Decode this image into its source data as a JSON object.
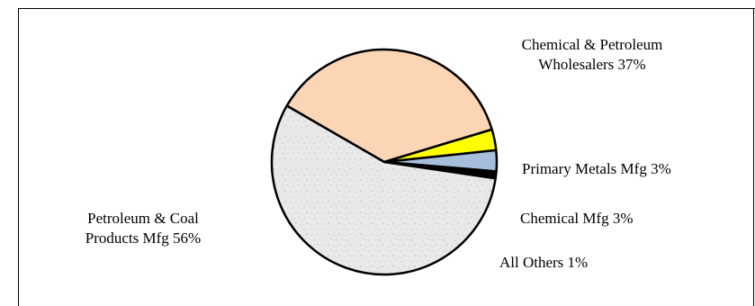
{
  "chart_data": {
    "type": "pie",
    "slices": [
      {
        "label": "Chemical  & Petroleum Wholesalers",
        "label_lines": [
          "Chemical  & Petroleum",
          "Wholesalers  37%"
        ],
        "value": 37,
        "color": "#fcd5b5",
        "pattern": "solid"
      },
      {
        "label": "Primary Metals Mfg",
        "label_lines": [
          "Primary Metals Mfg  3%"
        ],
        "value": 3,
        "color": "#ffff00",
        "pattern": "solid"
      },
      {
        "label": "Chemical Mfg",
        "label_lines": [
          "Chemical Mfg  3%"
        ],
        "value": 3,
        "color": "#a6bddb",
        "pattern": "solid"
      },
      {
        "label": "All Others",
        "label_lines": [
          "All Others 1%"
        ],
        "value": 1,
        "color": "#000000",
        "pattern": "solid"
      },
      {
        "label": "Petroleum & Coal Products Mfg",
        "label_lines": [
          "Petroleum & Coal",
          "Products Mfg  56%"
        ],
        "value": 56,
        "color": "#e8e8e8",
        "pattern": "speckled"
      }
    ],
    "start_angle_deg": 300,
    "legend": "none",
    "title": ""
  }
}
